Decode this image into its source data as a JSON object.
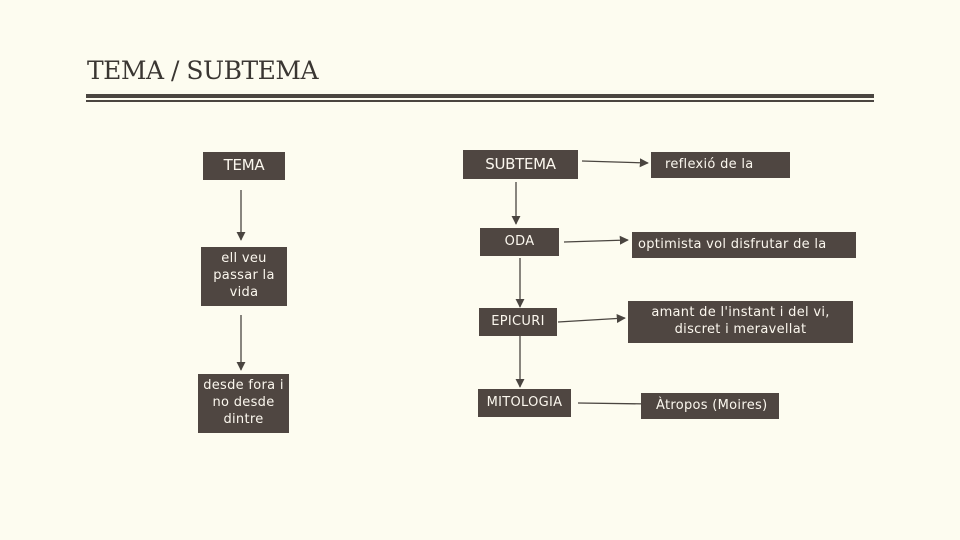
{
  "title": "TEMA / SUBTEMA",
  "tema": {
    "header": "TEMA",
    "items": [
      "ell veu passar la vida",
      "desde fora i no desde dintre"
    ]
  },
  "subtema": {
    "header": "SUBTEMA",
    "items": [
      "ODA",
      "EPICURI",
      "MITOLOGIA"
    ]
  },
  "details": {
    "subtema": "reflexió de la",
    "oda": "optimista vol disfrutar de la",
    "epicuri": "amant de l'instant i del vi, discret i meravellat",
    "mitologia": "Àtropos (Moires)"
  },
  "colors": {
    "box": "#4f4641",
    "box_text": "#fbf7ee",
    "background": "#fdfcf0",
    "line": "#4a4540"
  }
}
